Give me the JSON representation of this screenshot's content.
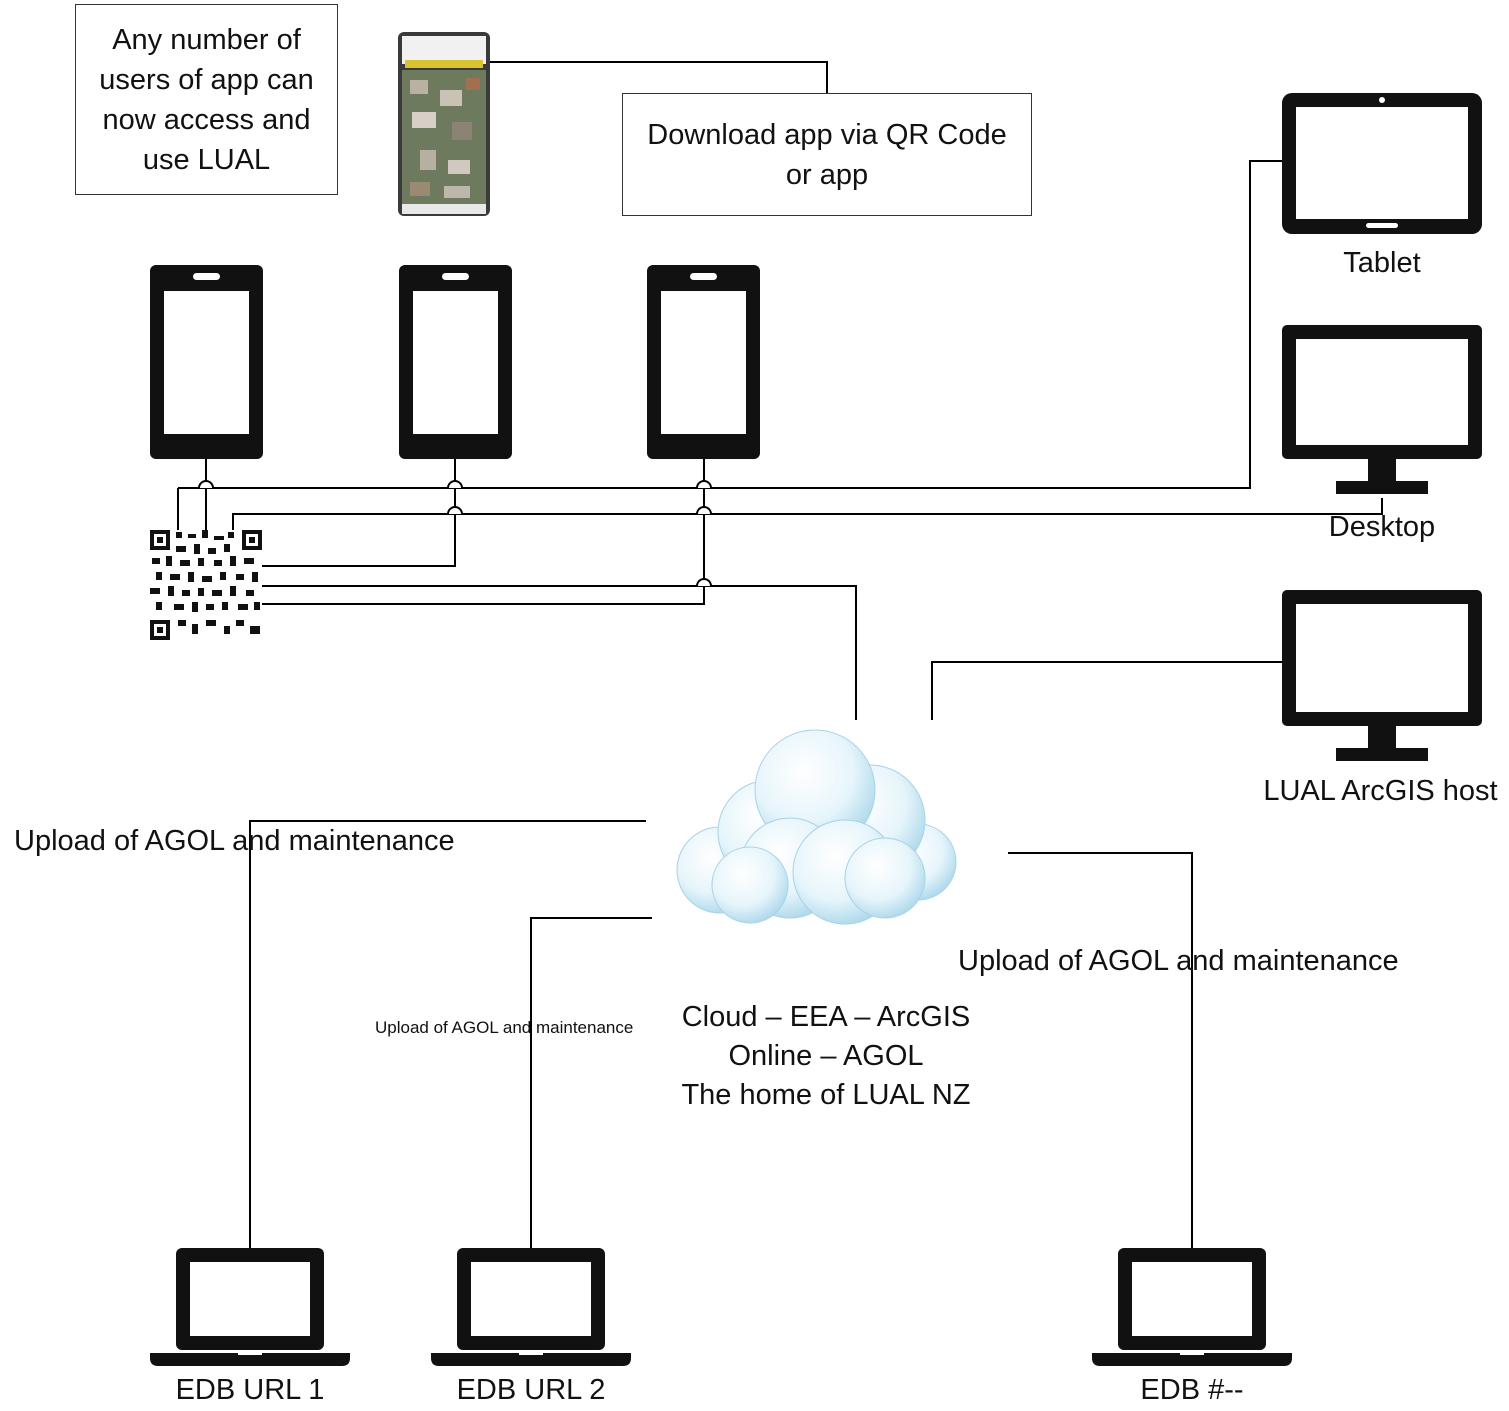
{
  "notes": {
    "users_note": "Any number of\nusers of app can\nnow access and\nuse  LUAL",
    "download_note": "Download app via QR Code\nor app"
  },
  "devices": {
    "tablet": "Tablet",
    "desktop": "Desktop",
    "host": "LUAL ArcGIS host",
    "edb1": "EDB URL 1",
    "edb2": "EDB URL 2",
    "edb3": "EDB #--"
  },
  "cloud": {
    "label": "Cloud – EEA – ArcGIS\nOnline – AGOL\nThe home of LUAL  NZ"
  },
  "links": {
    "upload_left": "Upload of AGOL and maintenance",
    "upload_small": "Upload of AGOL and maintenance",
    "upload_right": "Upload of AGOL and maintenance"
  },
  "colors": {
    "device_fill": "#111111",
    "cloud_light": "#ffffff",
    "cloud_shade": "#bfe3f3"
  }
}
